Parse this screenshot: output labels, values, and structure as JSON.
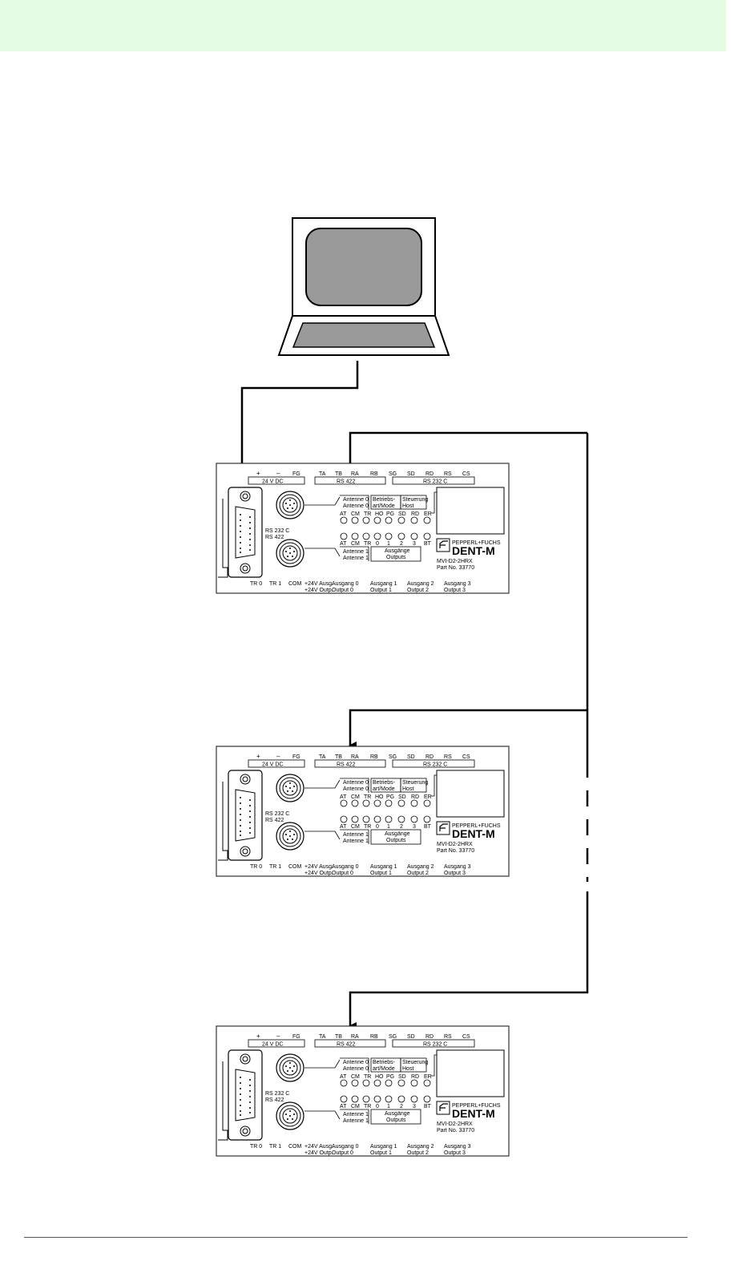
{
  "colors": {
    "header_bar": "#e6fbe3",
    "screen_fill": "#9a9a9a",
    "line": "#000000",
    "module_border": "#333333"
  },
  "module": {
    "power": {
      "plus": "+",
      "minus": "–",
      "fg": "FG",
      "label": "24 V DC"
    },
    "rs422": {
      "pins": [
        "TA",
        "TB",
        "RA",
        "RB"
      ],
      "label": "RS 422"
    },
    "rs232": {
      "pins": [
        "SG",
        "SD",
        "RD",
        "RS",
        "CS"
      ],
      "label": "RS 232 C"
    },
    "sub_d_label_1": "RS 232 C",
    "sub_d_label_2": "RS 422",
    "antenna0_box": [
      "Antenne 0",
      "Antenne 0"
    ],
    "mode_box": [
      "Betriebs-",
      "art/Mode"
    ],
    "host_box": [
      "Steuerung",
      "Host"
    ],
    "led_row1": [
      "AT",
      "CM",
      "TR",
      "HO",
      "PG",
      "SD",
      "RD",
      "ER"
    ],
    "led_row2": [
      "AT",
      "CM",
      "TR",
      "0",
      "1",
      "2",
      "3",
      "BT"
    ],
    "antenna1_box": [
      "Antenne 1",
      "Antenne 1"
    ],
    "outputs_box": [
      "Ausgänge",
      "Outputs"
    ],
    "brand": "PEPPERL+FUCHS",
    "product": "DENT-M",
    "model": "MVI-D2-2HRX",
    "part_no": "Part No. 33770",
    "bottom_terminals": [
      "TR 0",
      "TR 1",
      "COM",
      "+24V Ausg.",
      "Ausgang 0",
      "Ausgang 1",
      "Ausgang 2",
      "Ausgang 3"
    ],
    "bottom_terminals_en": [
      "+24V Outp.",
      "Output 0",
      "Output 1",
      "Output 2",
      "Output 3"
    ]
  },
  "modules": [
    {
      "id": "module-1"
    },
    {
      "id": "module-2"
    },
    {
      "id": "module-3"
    }
  ]
}
